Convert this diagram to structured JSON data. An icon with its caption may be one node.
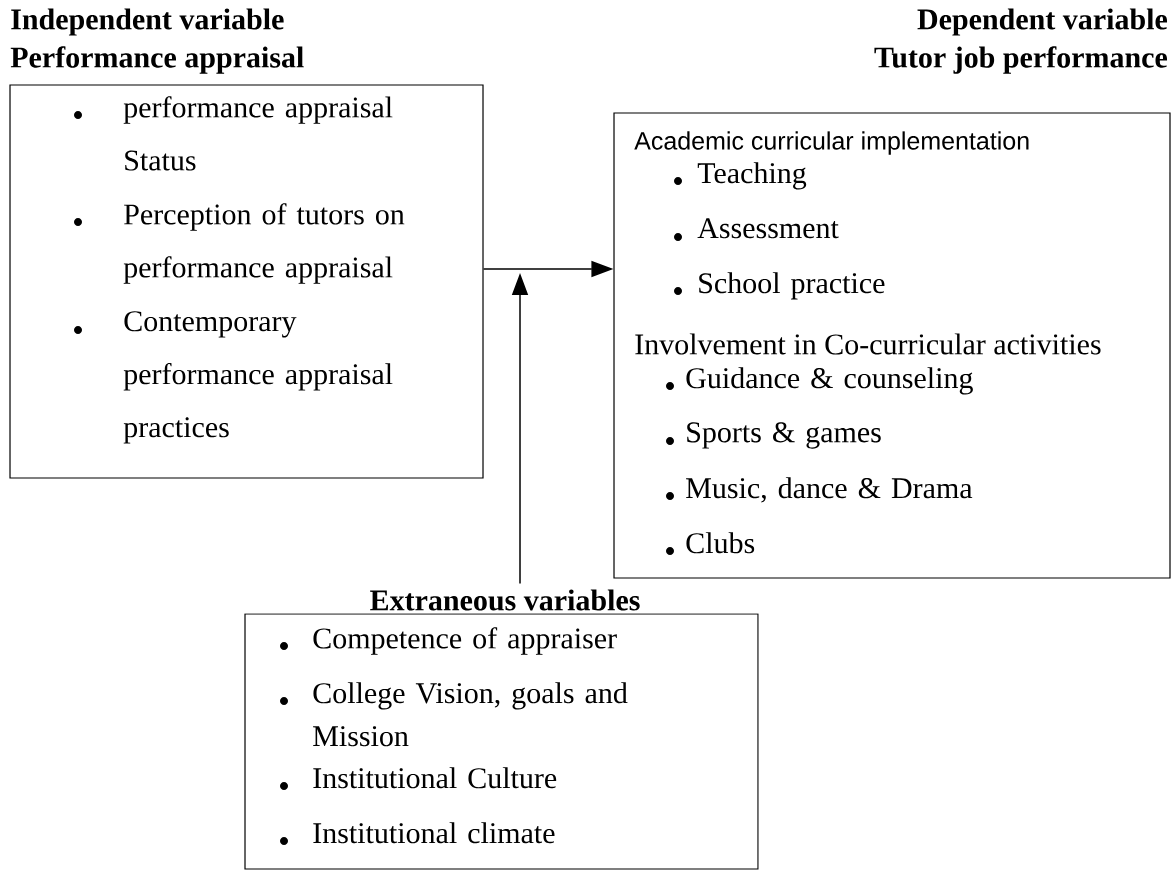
{
  "diagram": {
    "nodes": [
      {
        "text": [
          "Independent variable",
          "Performance appraisal",
          "performance appraisal Status",
          "Perception of tutors on performance appraisal",
          "Contemporary performance appraisal practices"
        ]
      },
      {
        "text": [
          "Dependent variable",
          "Tutor job performance",
          "Academic curricular implementation",
          "Teaching",
          "Assessment",
          "School practice",
          "Involvement in Co-curricular activities",
          "Guidance & counseling",
          "Sports & games",
          "Music, dance & Drama",
          "Clubs"
        ]
      },
      {
        "text": [
          "Extraneous variables",
          "Competence of appraiser",
          "College Vision, goals and Mission",
          "Institutional Culture",
          "Institutional climate"
        ]
      }
    ],
    "edges": [
      {
        "from": 0,
        "to": 1,
        "arrow": "to"
      },
      {
        "from": 2,
        "to": null,
        "arrow": "to"
      }
    ]
  }
}
